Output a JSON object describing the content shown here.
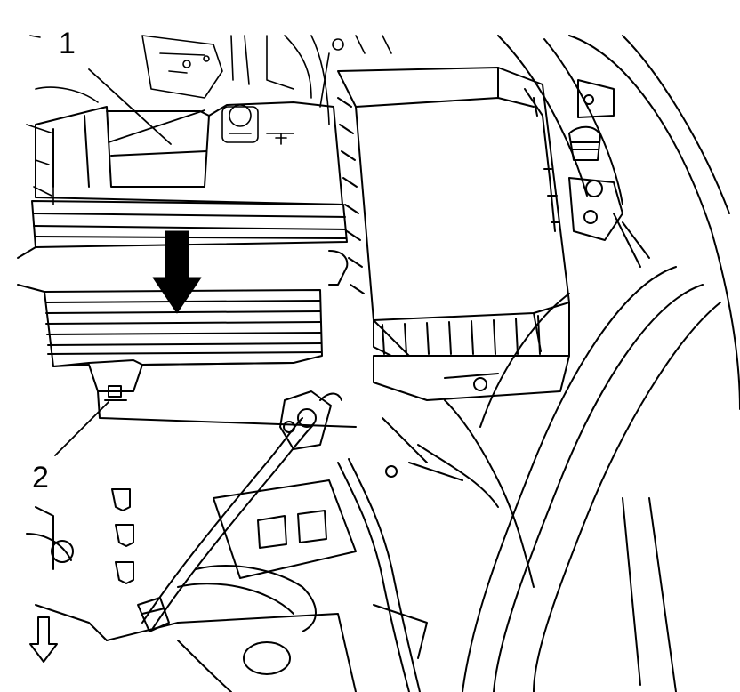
{
  "diagram": {
    "callouts": [
      {
        "id": "1",
        "label": "1"
      },
      {
        "id": "2",
        "label": "2"
      }
    ],
    "icons": {
      "install_arrow": "down-arrow-icon",
      "front_orientation": "hollow-down-arrow-icon"
    },
    "colors": {
      "line": "#000000",
      "background": "#ffffff"
    }
  }
}
